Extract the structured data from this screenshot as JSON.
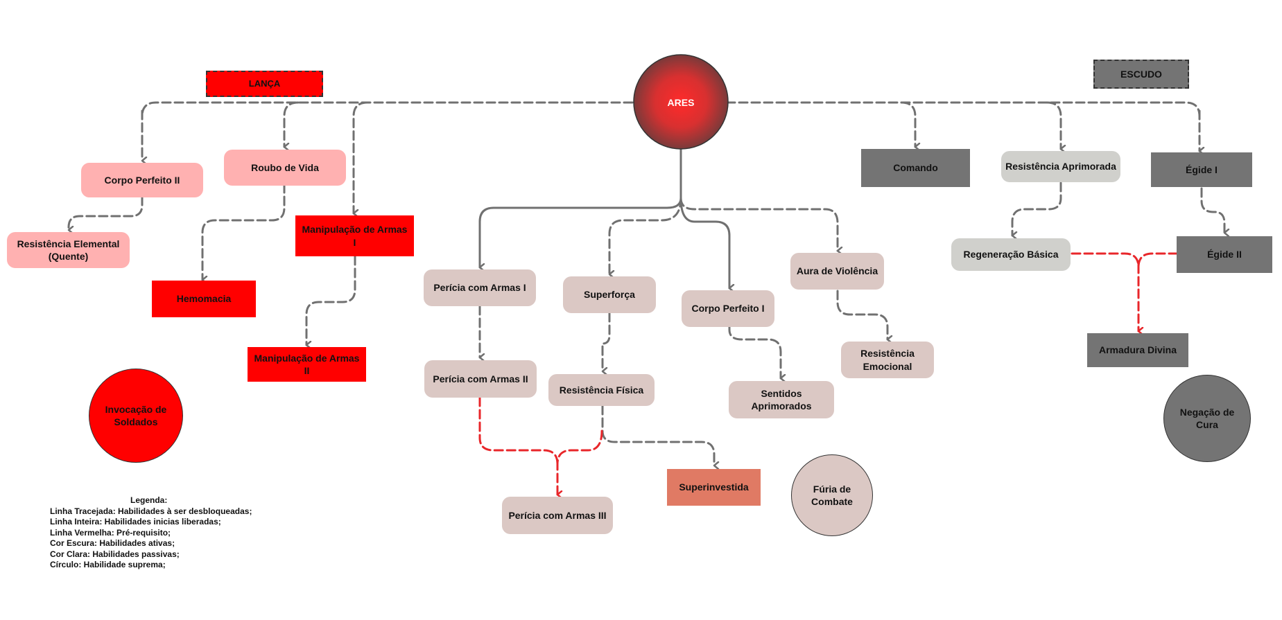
{
  "nodes": {
    "ares": "ARES",
    "lanca": "LANÇA",
    "escudo": "ESCUDO",
    "corpo_perfeito_2": "Corpo Perfeito II",
    "roubo_de_vida": "Roubo de Vida",
    "resistencia_elemental": "Resistência Elemental (Quente)",
    "manipulacao_armas_1": "Manipulação de Armas I",
    "hemomacia": "Hemomacia",
    "manipulacao_armas_2": "Manipulação de Armas II",
    "invocacao_soldados": "Invocação de Soldados",
    "pericia_armas_1": "Perícia com Armas I",
    "pericia_armas_2": "Perícia com Armas II",
    "pericia_armas_3": "Perícia com Armas III",
    "superforca": "Superforça",
    "resistencia_fisica": "Resistência Física",
    "superinvestida": "Superinvestida",
    "corpo_perfeito_1": "Corpo Perfeito I",
    "sentidos_aprimorados": "Sentidos Aprimorados",
    "aura_violencia": "Aura de Violência",
    "resistencia_emocional": "Resistência Emocional",
    "furia_combate": "Fúria de Combate",
    "comando": "Comando",
    "resistencia_aprimorada": "Resistência Aprimorada",
    "regeneracao_basica": "Regeneração Básica",
    "egide_1": "Égide I",
    "egide_2": "Égide II",
    "armadura_divina": "Armadura Divina",
    "negacao_cura": "Negação de Cura"
  },
  "legend": {
    "title": "Legenda:",
    "items": [
      "Linha Tracejada: Habilidades à ser desbloqueadas;",
      "Linha Inteira: Habilidades inicias liberadas;",
      "Linha Vermelha: Pré-requisito;",
      "Cor Escura: Habilidades ativas;",
      "Cor Clara: Habilidades passivas;",
      "Círculo: Habilidade suprema;"
    ]
  },
  "colors": {
    "ares_center": "#ff2a2a",
    "ares_edge": "#7a3a3a",
    "connector_gray": "#707070",
    "connector_red": "#e8262a",
    "lanca_fill": "#ff0000",
    "escudo_fill": "#747474",
    "light_pink": "#ffb1b1",
    "tan": "#dbc8c4",
    "light_gray": "#d0d0cc",
    "salmon": "#e07a64"
  }
}
